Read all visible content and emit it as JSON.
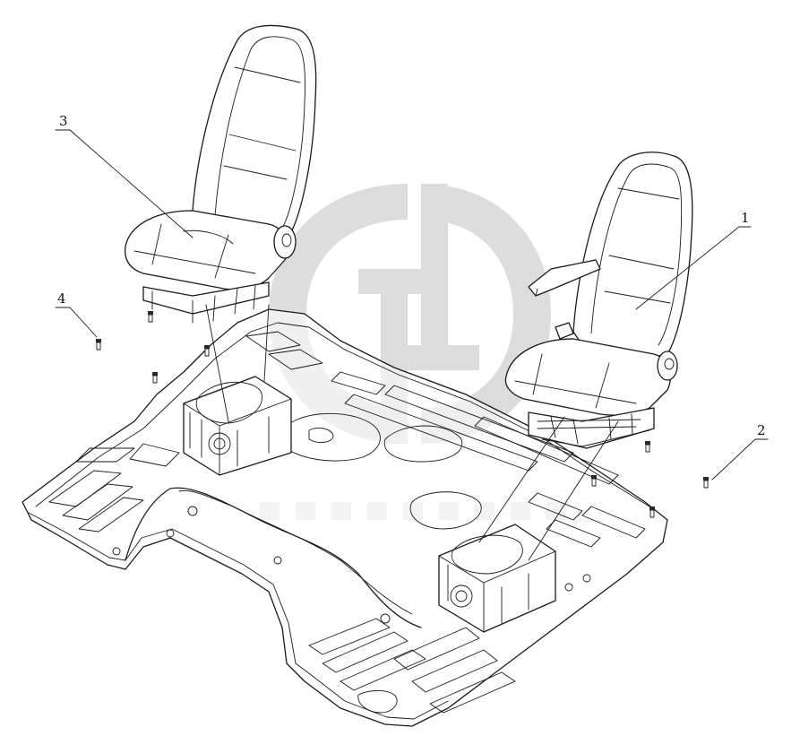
{
  "diagram": {
    "callouts": [
      {
        "id": "callout-1",
        "label": "1",
        "part": "driver-seat"
      },
      {
        "id": "callout-2",
        "label": "2",
        "part": "mounting-bolt-right"
      },
      {
        "id": "callout-3",
        "label": "3",
        "part": "passenger-seat"
      },
      {
        "id": "callout-4",
        "label": "4",
        "part": "mounting-bolt-left"
      }
    ],
    "watermark": {
      "color": "#d9d9d9"
    },
    "colors": {
      "line": "#1a1a1a",
      "background": "#ffffff"
    }
  }
}
